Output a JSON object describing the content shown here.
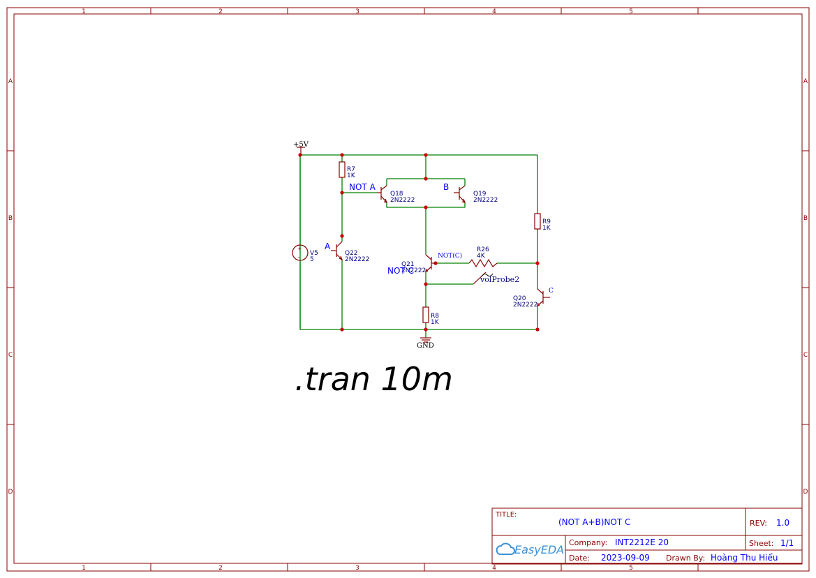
{
  "frame": {
    "columns": [
      "1",
      "2",
      "3",
      "4",
      "5"
    ],
    "rows": [
      "A",
      "B",
      "C",
      "D"
    ]
  },
  "power": {
    "vcc_label": "+5V",
    "gnd_label": "GND"
  },
  "components": {
    "R7": {
      "ref": "R7",
      "value": "1K"
    },
    "R8": {
      "ref": "R8",
      "value": "1K"
    },
    "R9": {
      "ref": "R9",
      "value": "1K"
    },
    "R26": {
      "ref": "R26",
      "value": "4K"
    },
    "V5": {
      "ref": "V5",
      "value": "5"
    },
    "Q18": {
      "ref": "Q18",
      "value": "2N2222"
    },
    "Q19": {
      "ref": "Q19",
      "value": "2N2222"
    },
    "Q20": {
      "ref": "Q20",
      "value": "2N2222"
    },
    "Q21": {
      "ref": "Q21",
      "value": "2N2222"
    },
    "Q22": {
      "ref": "Q22",
      "value": "2N2222"
    }
  },
  "net_labels": {
    "not_a": "NOT A",
    "b": "B",
    "a": "A",
    "not_c": "NOT C",
    "not_c_paren": "NOT(C)",
    "c": "C",
    "probe": "volProbe2"
  },
  "directive": ".tran 10m",
  "title_block": {
    "title_label": "TITLE:",
    "title": "(NOT A+B)NOT C",
    "rev_label": "REV:",
    "rev": "1.0",
    "logo_text": "EasyEDA",
    "company_label": "Company:",
    "company": "INT2212E 20",
    "sheet_label": "Sheet:",
    "sheet": "1/1",
    "date_label": "Date:",
    "date": "2023-09-09",
    "drawn_label": "Drawn By:",
    "drawn_by": "Hoàng Thu Hiếu"
  },
  "colors": {
    "frame": "#8b0000",
    "wire": "#008000",
    "junction": "#cc0000",
    "text": "#000080",
    "net_label": "#0000ff"
  }
}
